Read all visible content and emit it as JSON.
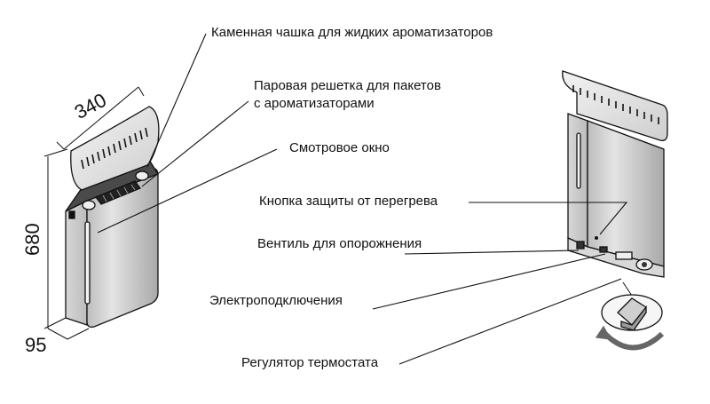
{
  "dimensions": {
    "width": "340",
    "height": "680",
    "depth": "95"
  },
  "callouts": {
    "stone_cup": "Каменная чашка для жидких ароматизаторов",
    "steam_grid_line1": "Паровая решетка для пакетов",
    "steam_grid_line2": "с ароматизаторами",
    "sight_window": "Смотровое окно",
    "overheat_button": "Кнопка защиты от перегрева",
    "drain_valve": "Вентиль для опорожнения",
    "electrical": "Электроподключения",
    "thermostat": "Регулятор термостата"
  },
  "colors": {
    "line": "#111111",
    "body_light": "#e6e6e6",
    "body_mid": "#c9c9c9",
    "body_dark": "#9a9a9a"
  }
}
